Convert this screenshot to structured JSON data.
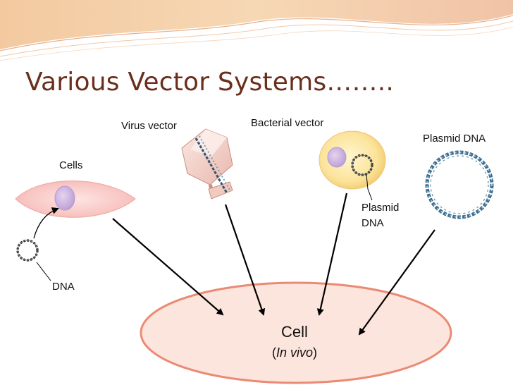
{
  "slide": {
    "title": "Various Vector Systems……..",
    "labels": {
      "virus_vector": "Virus vector",
      "bacterial_vector": "Bacterial vector",
      "plasmid_dna_top": "Plasmid DNA",
      "cells": "Cells",
      "dna": "DNA",
      "plasmid_dna_bacterial_line1": "Plasmid",
      "plasmid_dna_bacterial_line2": "DNA",
      "cell_line1": "Cell",
      "cell_line2_open": "(",
      "cell_line2_italic": "In vivo",
      "cell_line2_close": ")"
    }
  }
}
